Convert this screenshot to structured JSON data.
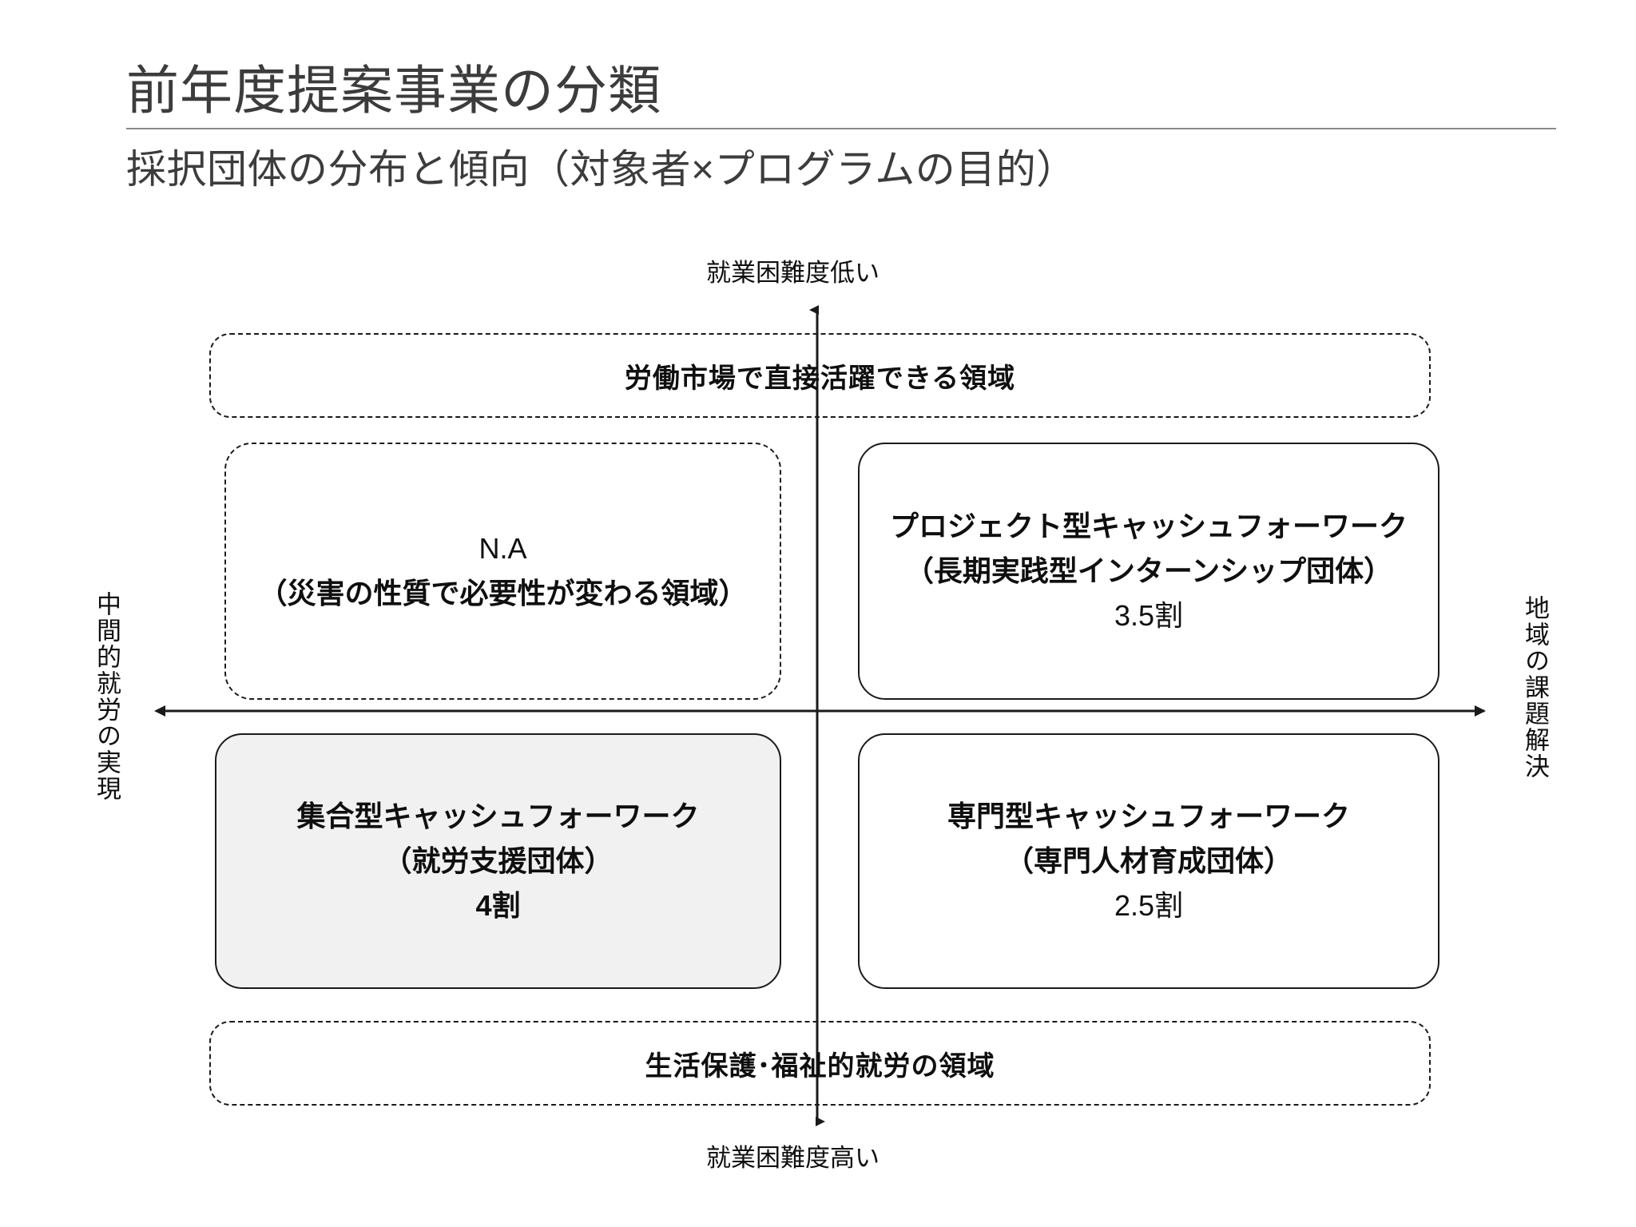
{
  "header": {
    "title": "前年度提案事業の分類",
    "subtitle": "採択団体の分布と傾向（対象者×プログラムの目的）"
  },
  "axes": {
    "top_label": "就業困難度低い",
    "bottom_label": "就業困難度高い",
    "left_label": "中間的就労の実現",
    "right_label": "地域の課題解決"
  },
  "banners": {
    "top": "労働市場で直接活躍できる領域",
    "bottom": "生活保護･福祉的就労の領域"
  },
  "quadrants": {
    "top_left": {
      "title": "N.A",
      "subtitle": "（災害の性質で必要性が変わる領域）",
      "value": ""
    },
    "top_right": {
      "title": "プロジェクト型キャッシュフォーワーク",
      "subtitle": "（長期実践型インターンシップ団体）",
      "value": "3.5割"
    },
    "bottom_left": {
      "title": "集合型キャッシュフォーワーク",
      "subtitle": "（就労支援団体）",
      "value": "4割"
    },
    "bottom_right": {
      "title": "専門型キャッシュフォーワーク",
      "subtitle": "（専門人材育成団体）",
      "value": "2.5割"
    }
  },
  "colors": {
    "text": "#0f0f0f",
    "header_text": "#3c3c3c",
    "rule": "#8a8a8a",
    "stroke": "#1a1a1a",
    "highlight_fill": "#f1f1f1",
    "background": "#ffffff"
  }
}
